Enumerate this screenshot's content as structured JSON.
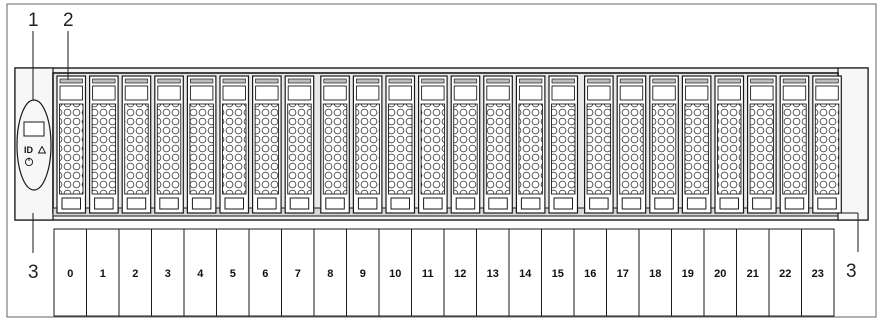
{
  "callouts": {
    "ear_marker": "1",
    "tray_marker": "2",
    "left_handle_marker": "3",
    "right_handle_marker": "3"
  },
  "bays": [
    {
      "label": "0"
    },
    {
      "label": "1"
    },
    {
      "label": "2"
    },
    {
      "label": "3"
    },
    {
      "label": "4"
    },
    {
      "label": "5"
    },
    {
      "label": "6"
    },
    {
      "label": "7"
    },
    {
      "label": "8"
    },
    {
      "label": "9"
    },
    {
      "label": "10"
    },
    {
      "label": "11"
    },
    {
      "label": "12"
    },
    {
      "label": "13"
    },
    {
      "label": "14"
    },
    {
      "label": "15"
    },
    {
      "label": "16"
    },
    {
      "label": "17"
    },
    {
      "label": "18"
    },
    {
      "label": "19"
    },
    {
      "label": "20"
    },
    {
      "label": "21"
    },
    {
      "label": "22"
    },
    {
      "label": "23"
    }
  ],
  "control_panel": {
    "id_button": "ID",
    "fault_icon": "warning-triangle-icon",
    "power_icon": "power-icon"
  },
  "colors": {
    "line": "#1a1a1a",
    "chassis": "#f2f2f2",
    "frame_border": "#666666"
  }
}
